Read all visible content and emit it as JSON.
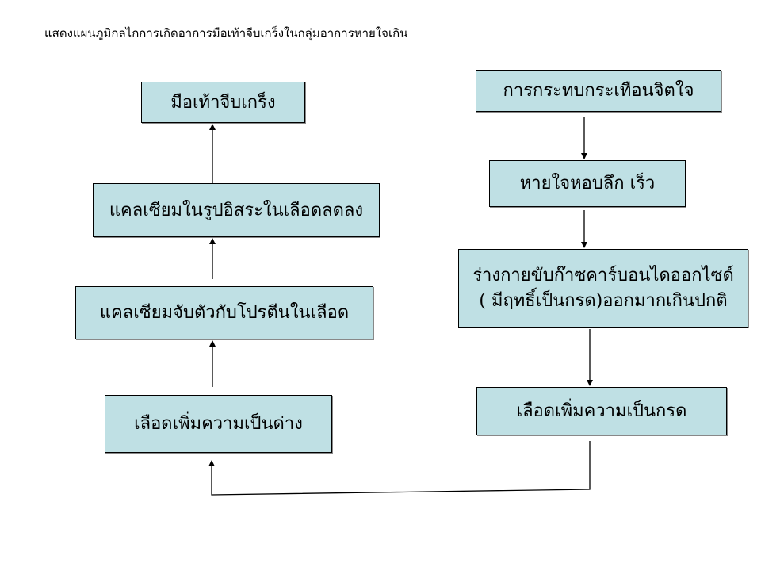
{
  "title": "แสดงแผนภูมิกลไกการเกิดอาการมือเท้าจีบเกร็งในกลุ่มอาการหายใจเกิน",
  "left_column": [
    "มือเท้าจีบเกร็ง",
    "แคลเซียมในรูปอิสระในเลือดลดลง",
    "แคลเซียมจับตัวกับโปรตีนในเลือด",
    "เลือดเพิ่มความเป็นด่าง"
  ],
  "right_column": [
    "การกระทบกระเทือนจิตใจ",
    "หายใจหอบลึก เร็ว",
    "ร่างกายขับก๊าซคาร์บอนไดออกไซด์",
    "( มีฤทธิ์เป็นกรด)ออกมากเกินปกติ",
    "เลือดเพิ่มความเป็นกรด"
  ],
  "colors": {
    "box_fill": "#bfe0e4",
    "line": "#000000"
  }
}
